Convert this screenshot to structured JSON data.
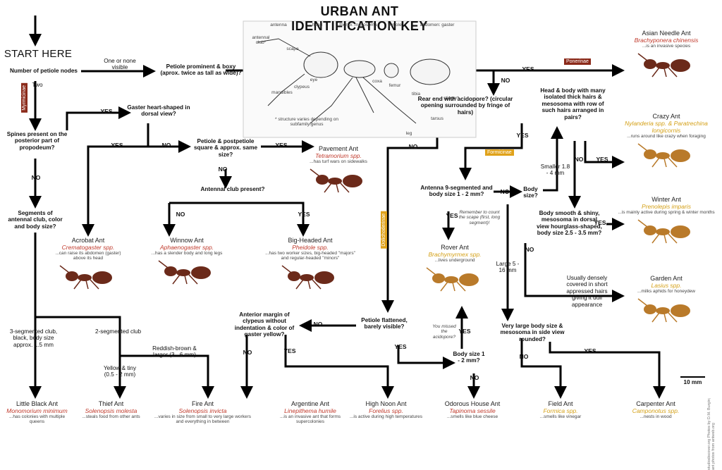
{
  "title": "URBAN ANT IDENTIFICATION KEY",
  "start": "START HERE",
  "questions": {
    "petiole_nodes": "Number of petiole nodes",
    "one_or_none": "One or none visible",
    "petiole_prominent": "Petiole prominent & boxy (aprox. twice as tall as wide)?",
    "gaster_heart": "Gaster heart-shaped in dorsal view?",
    "spines": "Spines present on the posterior part of propodeum?",
    "petiole_square": "Petiole & postpetiole square & approx. same size?",
    "antennal_club": "Antennal club present?",
    "segments_club": "Segments of antennal club, color and body size?",
    "acidopore": "Rear end with acidopore? (circular opening surrounded by fringe of hairs)",
    "hairs_pairs": "Head & body with many isolated thick hairs & mesosoma with row of such hairs arranged in pairs?",
    "antenna9": "Antenna 9-segmented and body size 1 - 2 mm?",
    "body_size": "Body size?",
    "smooth_shiny": "Body smooth & shiny, mesosoma in dorsal view hourglass-shaped, body size 2.5 - 3.5 mm?",
    "densely_covered": "Usually densely covered in short appressed hairs giving it dull appearance",
    "very_large": "Very large body size & mesosoma in side view rounded?",
    "petiole_flattened": "Petiole flattened, barely visible?",
    "body_size_12": "Body size 1 - 2 mm?",
    "clypeus": "Anterior margin of clypeus without indentation & color of gaster yellow?",
    "remember": "Remember to count the scape (first, long segment)!",
    "missed": "You missed the acidopore?"
  },
  "labels": {
    "two": "Two",
    "three_seg": "3-segmented club, black, body size approx. 1.5 mm",
    "two_seg": "2-segmented club",
    "yellow_tiny": "Yellow & tiny (0.5 - 2 mm)",
    "reddish": "Reddish-brown & larger (3 - 6 mm)",
    "smaller": "Smaller 1.8 - 4 mm",
    "large": "Large 5 - 16 mm",
    "scale": "10 mm",
    "yes": "YES",
    "no": "NO"
  },
  "tags": {
    "ponerinae": "Ponerinae",
    "formicinae": "Formicinae",
    "myrmicinae": "Myrmicinae",
    "dolichoderinae": "Dolichoderinae"
  },
  "diagram_labels": {
    "antenna": "antenna",
    "head": "head",
    "thorax": "thorax: mesosoma",
    "petiole": "petiole",
    "abdomen": "abdomen: gaster",
    "antennal_club": "antennal club*",
    "scape": "scape",
    "eye": "eye",
    "clypeus": "clypeus",
    "mandibles": "mandibles",
    "coxa": "coxa",
    "femur": "femur",
    "tibia": "tibia",
    "tarsus": "tarsus",
    "stinger": "stinger*",
    "leg": "leg",
    "footnote": "* structure varies depending on subfamily/genus"
  },
  "species": [
    {
      "common": "Asian Needle Ant",
      "sci": "Brachyponera chinensis",
      "note": "...is an invasive species",
      "color": "red"
    },
    {
      "common": "Crazy Ant",
      "sci": "Nylanderia spp. & Paratrechina longicornis",
      "note": "...runs around like crazy when foraging",
      "color": "yellow"
    },
    {
      "common": "Winter Ant",
      "sci": "Prenolepis imparis",
      "note": "...is mainly active during spring & winter months",
      "color": "yellow"
    },
    {
      "common": "Garden Ant",
      "sci": "Lasius spp.",
      "note": "...milks aphids for honeydew",
      "color": "yellow"
    },
    {
      "common": "Pavement Ant",
      "sci": "Tetramorium spp.",
      "note": "...has turf wars on sidewalks",
      "color": "red"
    },
    {
      "common": "Acrobat Ant",
      "sci": "Crematogaster spp.",
      "note": "...can raise its abdomen (gaster) above its head",
      "color": "red"
    },
    {
      "common": "Winnow Ant",
      "sci": "Aphaenogaster spp.",
      "note": "...has a slender body and long legs",
      "color": "red"
    },
    {
      "common": "Big-Headed Ant",
      "sci": "Pheidole spp.",
      "note": "...has two worker sizes, big-headed \"majors\" and regular-headed \"minors\"",
      "color": "red"
    },
    {
      "common": "Rover Ant",
      "sci": "Brachymyrmex spp.",
      "note": "...lives underground",
      "color": "yellow"
    },
    {
      "common": "Little Black Ant",
      "sci": "Monomorium minimum",
      "note": "...has colonies with multiple queens",
      "color": "red"
    },
    {
      "common": "Thief Ant",
      "sci": "Solenopsis molesta",
      "note": "...steals food from other ants",
      "color": "red"
    },
    {
      "common": "Fire Ant",
      "sci": "Solenopsis invicta",
      "note": "...varies in size from small to very large workers and everything in between",
      "color": "red"
    },
    {
      "common": "Argentine Ant",
      "sci": "Linepithema humile",
      "note": "...is an invasive ant that forms supercolonies",
      "color": "red"
    },
    {
      "common": "High Noon Ant",
      "sci": "Forelius spp.",
      "note": "...is active during high temperatures",
      "color": "red"
    },
    {
      "common": "Odorous House Ant",
      "sci": "Tapinoma sessile",
      "note": "...smells like blue cheese",
      "color": "red"
    },
    {
      "common": "Field Ant",
      "sci": "Formica spp.",
      "note": "...smells like vinegar",
      "color": "yellow"
    },
    {
      "common": "Carpenter Ant",
      "sci": "Camponotus spp.",
      "note": "...nests in wood",
      "color": "yellow"
    }
  ],
  "credits": "studiodiscover.org  Photos by D.M. Burgin; ant photos from antweb.org",
  "colors": {
    "red": "#c0392b",
    "yellow": "#d4a017",
    "ponerinae": "#8b2a1a",
    "formicinae": "#e0a21a"
  }
}
